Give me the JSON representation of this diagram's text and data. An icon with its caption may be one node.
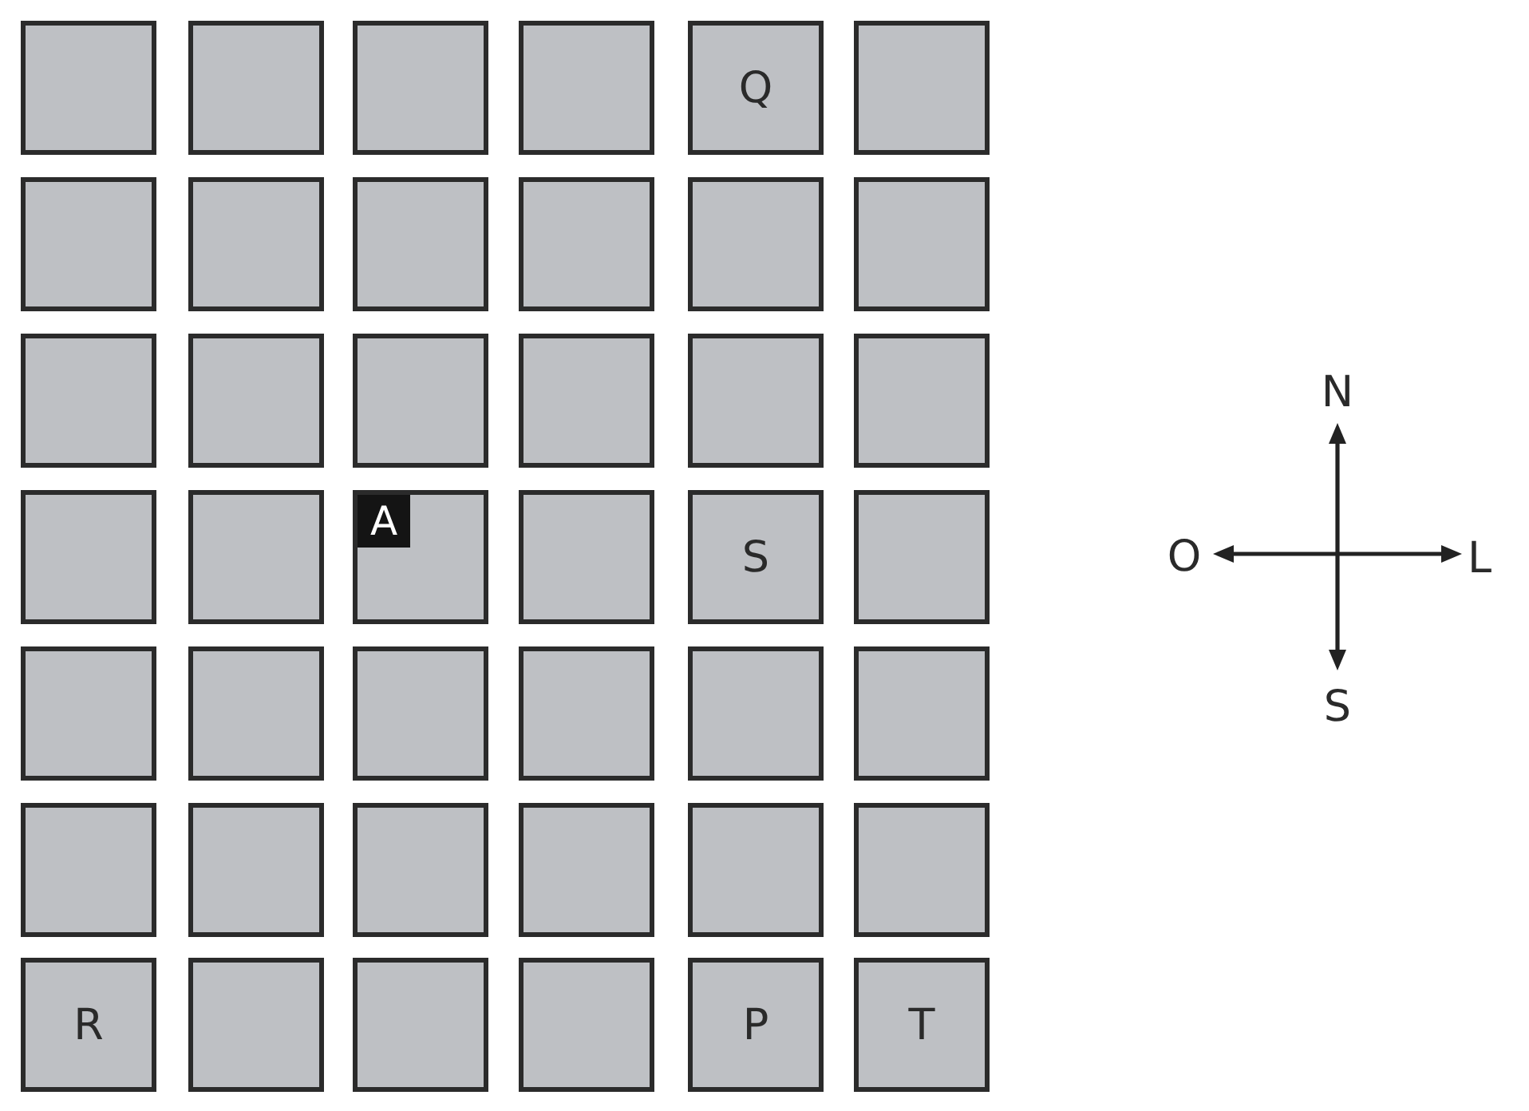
{
  "diagram": {
    "nodes": [
      {
        "text": [],
        "shape": "box"
      },
      {
        "text": [],
        "shape": "box"
      },
      {
        "text": [],
        "shape": "box"
      },
      {
        "text": [],
        "shape": "box"
      },
      {
        "text": [
          "Q"
        ]
      },
      {
        "text": [],
        "shape": "box"
      },
      {
        "text": [],
        "shape": "box"
      },
      {
        "text": [],
        "shape": "box"
      },
      {
        "text": [],
        "shape": "box"
      },
      {
        "text": [],
        "shape": "box"
      },
      {
        "text": [],
        "shape": "box"
      },
      {
        "text": [],
        "shape": "box"
      },
      {
        "text": [],
        "shape": "box"
      },
      {
        "text": [],
        "shape": "box"
      },
      {
        "text": [],
        "shape": "box"
      },
      {
        "text": [],
        "shape": "box"
      },
      {
        "text": [],
        "shape": "box"
      },
      {
        "text": [],
        "shape": "box"
      },
      {
        "text": [],
        "shape": "box"
      },
      {
        "text": [],
        "shape": "box"
      },
      {
        "text": [],
        "shape": "box"
      },
      {
        "text": [
          "A"
        ],
        "in": 20
      },
      {
        "text": [],
        "shape": "box"
      },
      {
        "text": [
          "S"
        ]
      },
      {
        "text": [],
        "shape": "box"
      },
      {
        "text": [],
        "shape": "box"
      },
      {
        "text": [],
        "shape": "box"
      },
      {
        "text": [],
        "shape": "box"
      },
      {
        "text": [],
        "shape": "box"
      },
      {
        "text": [],
        "shape": "box"
      },
      {
        "text": [],
        "shape": "box"
      },
      {
        "text": [],
        "shape": "box"
      },
      {
        "text": [],
        "shape": "box"
      },
      {
        "text": [],
        "shape": "box"
      },
      {
        "text": [],
        "shape": "box"
      },
      {
        "text": [],
        "shape": "box"
      },
      {
        "text": [],
        "shape": "box"
      },
      {
        "text": [
          "R"
        ]
      },
      {
        "text": [],
        "shape": "box"
      },
      {
        "text": [],
        "shape": "box"
      },
      {
        "text": [],
        "shape": "box"
      },
      {
        "text": [
          "P"
        ]
      },
      {
        "text": [
          "T"
        ]
      }
    ],
    "labels": [
      "N",
      "O",
      "L",
      "S"
    ]
  }
}
